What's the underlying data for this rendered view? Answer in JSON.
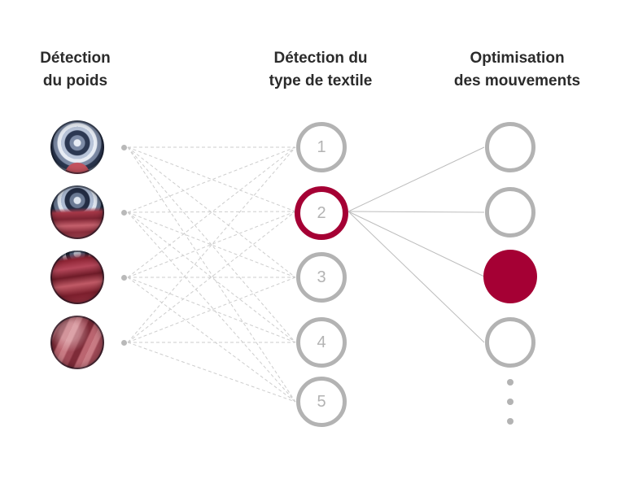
{
  "diagram": {
    "columns": [
      {
        "id": "weight",
        "title_line1": "Détection",
        "title_line2": "du poids"
      },
      {
        "id": "textile",
        "title_line1": "Détection du",
        "title_line2": "type de textile"
      },
      {
        "id": "movement",
        "title_line1": "Optimisation",
        "title_line2": "des mouvements"
      }
    ],
    "weight_inputs": [
      {
        "name": "drum-empty"
      },
      {
        "name": "drum-light-load"
      },
      {
        "name": "drum-medium-load"
      },
      {
        "name": "drum-full-load"
      }
    ],
    "textile_nodes": [
      {
        "label": "1",
        "active": false
      },
      {
        "label": "2",
        "active": true
      },
      {
        "label": "3",
        "active": false
      },
      {
        "label": "4",
        "active": false
      },
      {
        "label": "5",
        "active": false
      }
    ],
    "movement_nodes": [
      {
        "filled": false
      },
      {
        "filled": false
      },
      {
        "filled": true
      },
      {
        "filled": false
      }
    ],
    "ellipsis_dots": 3,
    "colors": {
      "accent": "#a50034",
      "node_gray": "#b3b3b3",
      "dashed_line": "#cdcdcd",
      "solid_line": "#bdbdbd"
    }
  }
}
